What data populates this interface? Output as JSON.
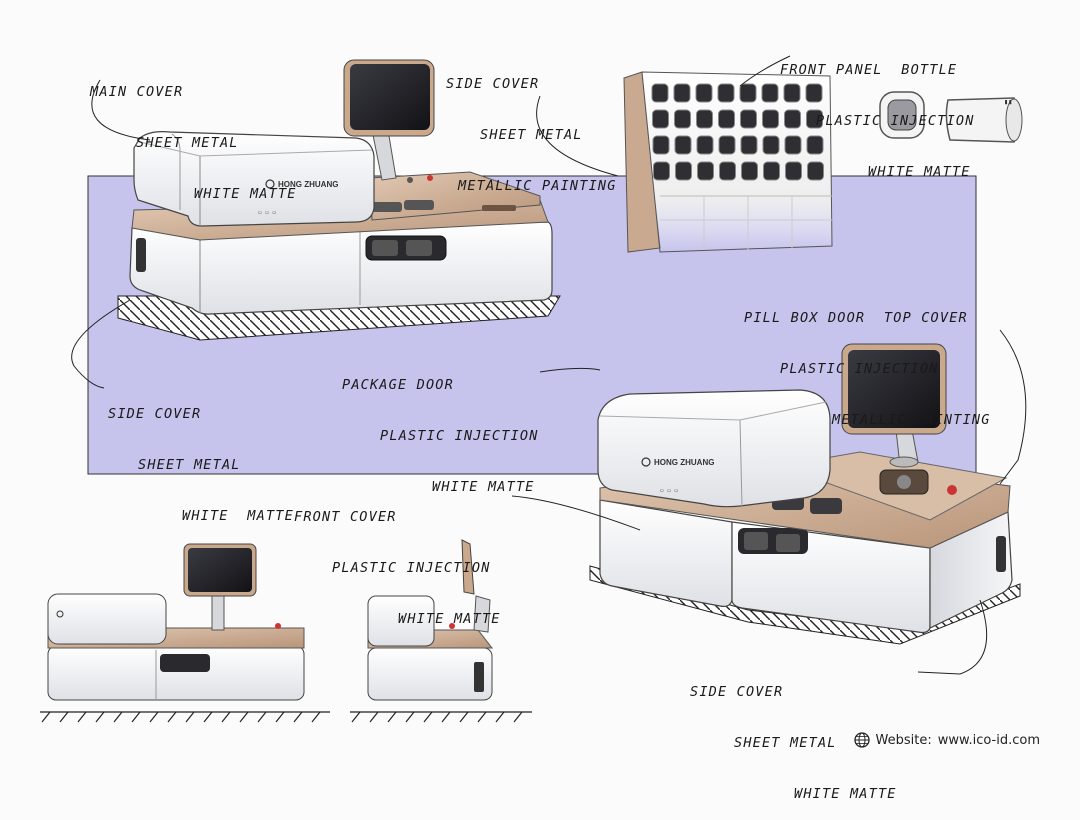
{
  "brand": "HONG ZHUANG",
  "callouts": {
    "main_cover": [
      "MAIN COVER",
      "SHEET METAL",
      "WHITE MATTE"
    ],
    "side_cover_top": [
      "SIDE COVER",
      "SHEET METAL",
      "METALLIC PAINTING"
    ],
    "front_panel": [
      "FRONT PANEL  BOTTLE",
      "PLASTIC INJECTION",
      "WHITE MATTE"
    ],
    "pill_box": [
      "PILL BOX DOOR  TOP COVER",
      "PLASTIC INJECTION",
      "METALLIC PAINTING"
    ],
    "package_door": [
      "PACKAGE DOOR",
      "PLASTIC INJECTION",
      "WHITE MATTE"
    ],
    "side_cover_left": [
      "SIDE COVER",
      "SHEET METAL",
      "WHITE  MATTE"
    ],
    "front_cover": [
      "FRONT COVER",
      "PLASTIC INJECTION",
      "WHITE MATTE"
    ],
    "side_cover_bottom": [
      "SIDE COVER",
      "SHEET METAL",
      "WHITE MATTE"
    ]
  },
  "footer": {
    "label": "Website:",
    "url": "www.ico-id.com"
  },
  "colors": {
    "background_panel": "#c6c3ec",
    "bronze": "#c9a98f",
    "white_body": "#f3f4f6",
    "screen": "#1c1c22"
  }
}
